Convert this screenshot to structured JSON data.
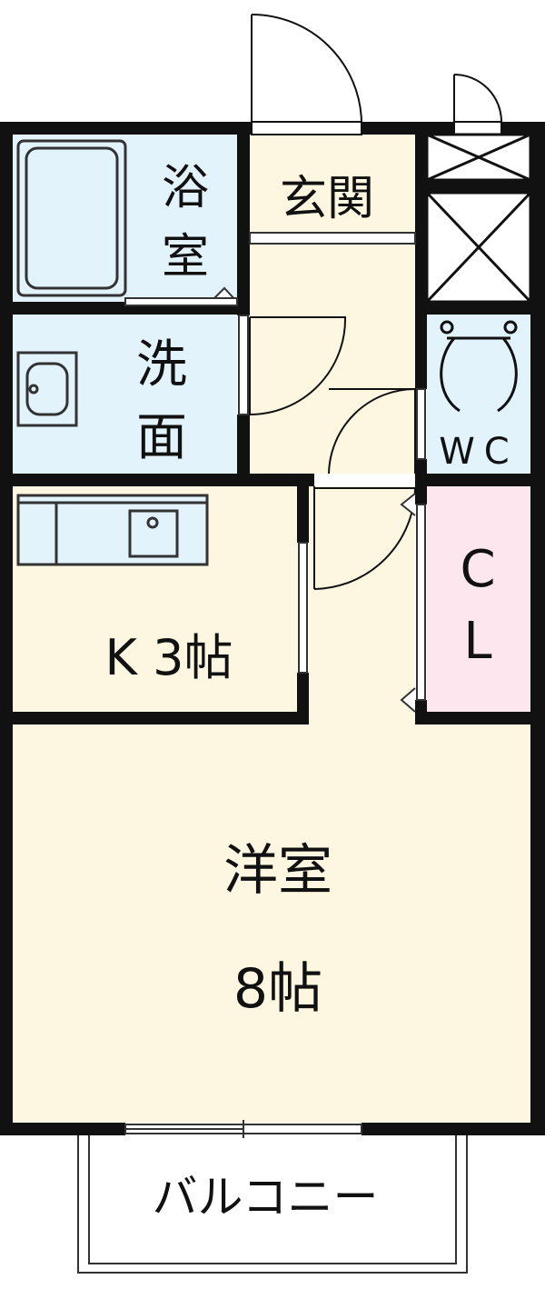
{
  "rooms": {
    "bath": {
      "label_line1": "浴",
      "label_line2": "室",
      "color": "#e3f3fc"
    },
    "washroom": {
      "label_line1": "洗",
      "label_line2": "面",
      "color": "#e3f3fc"
    },
    "entrance": {
      "label": "玄関",
      "color": "#fdf6e1"
    },
    "hall": {
      "color": "#fdf6e1"
    },
    "wc": {
      "label": "WC",
      "color": "#e3f3fc"
    },
    "kitchen": {
      "label": "K 3帖",
      "color": "#fdf6e1"
    },
    "closet": {
      "label_line1": "C",
      "label_line2": "L",
      "color": "#fde6ee"
    },
    "western_room": {
      "label_line1": "洋室",
      "label_line2": "8帖",
      "color": "#fdf6e1"
    },
    "balcony": {
      "label": "バルコニー",
      "color": "#ffffff"
    }
  },
  "colors": {
    "wall": "#111111",
    "fixture_stroke": "#333333"
  }
}
